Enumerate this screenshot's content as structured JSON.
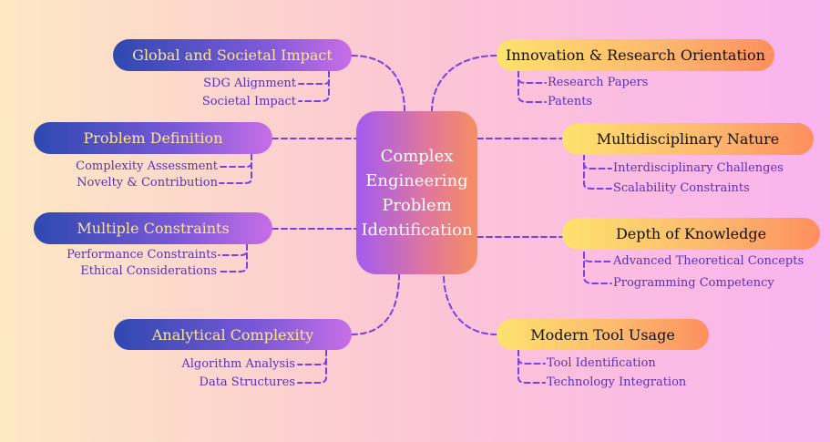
{
  "diagram": {
    "central": {
      "lines": [
        "Complex",
        "Engineering",
        "Problem",
        "Identification"
      ]
    },
    "colors": {
      "connector": "#7b3fe4",
      "sub_text": "#5b2fb8",
      "left_pill_text": "#fde68a",
      "right_pill_text": "#111111"
    },
    "branches": [
      {
        "label": "Global and Societal Impact",
        "side": "left",
        "children": [
          "SDG Alignment",
          "Societal Impact"
        ]
      },
      {
        "label": "Problem Definition",
        "side": "left",
        "children": [
          "Complexity Assessment",
          "Novelty & Contribution"
        ]
      },
      {
        "label": "Multiple Constraints",
        "side": "left",
        "children": [
          "Performance Constraints",
          "Ethical Considerations"
        ]
      },
      {
        "label": "Analytical Complexity",
        "side": "left",
        "children": [
          "Algorithm Analysis",
          "Data Structures"
        ]
      },
      {
        "label": "Innovation & Research Orientation",
        "side": "right",
        "children": [
          "Research Papers",
          "Patents"
        ]
      },
      {
        "label": "Multidisciplinary Nature",
        "side": "right",
        "children": [
          "Interdisciplinary Challenges",
          "Scalability Constraints"
        ]
      },
      {
        "label": "Depth of Knowledge",
        "side": "right",
        "children": [
          "Advanced Theoretical Concepts",
          "Programming Competency"
        ]
      },
      {
        "label": "Modern Tool Usage",
        "side": "right",
        "children": [
          "Tool Identification",
          "Technology Integration"
        ]
      }
    ]
  }
}
